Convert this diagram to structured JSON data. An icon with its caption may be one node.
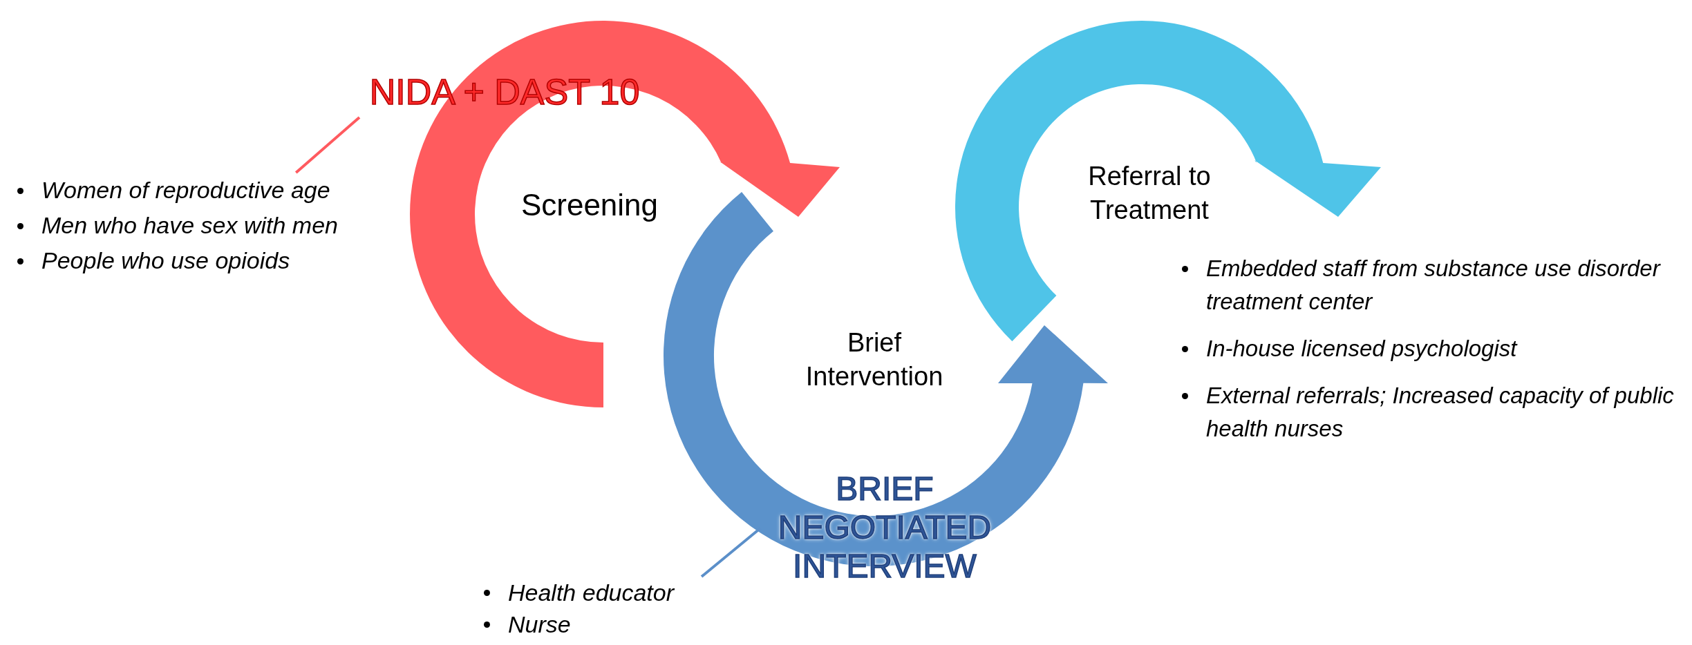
{
  "diagram": {
    "nodes": [
      {
        "text": [
          "Screening"
        ]
      },
      {
        "text": [
          "Brief Intervention"
        ]
      },
      {
        "text": [
          "Referral to Treatment"
        ]
      },
      {
        "text": [
          "NIDA + DAST 10"
        ]
      },
      {
        "text": [
          "Women of reproductive age",
          "Men who have sex with men",
          "People who use opioids"
        ]
      },
      {
        "text": [
          "BRIEF NEGOTIATED INTERVIEW"
        ]
      },
      {
        "text": [
          "Health educator",
          "Nurse"
        ]
      }
    ],
    "edges": [
      {
        "from": 3,
        "to": 4,
        "arrow": "none",
        "color": "#ff5a5f"
      },
      {
        "from": 5,
        "to": 6,
        "arrow": "none",
        "color": "#5b8fc9"
      }
    ],
    "labels": [
      "Embedded staff from substance use disorder treatment center",
      "In-house licensed psychologist",
      "External referrals; Increased capacity of public health nurses"
    ]
  }
}
